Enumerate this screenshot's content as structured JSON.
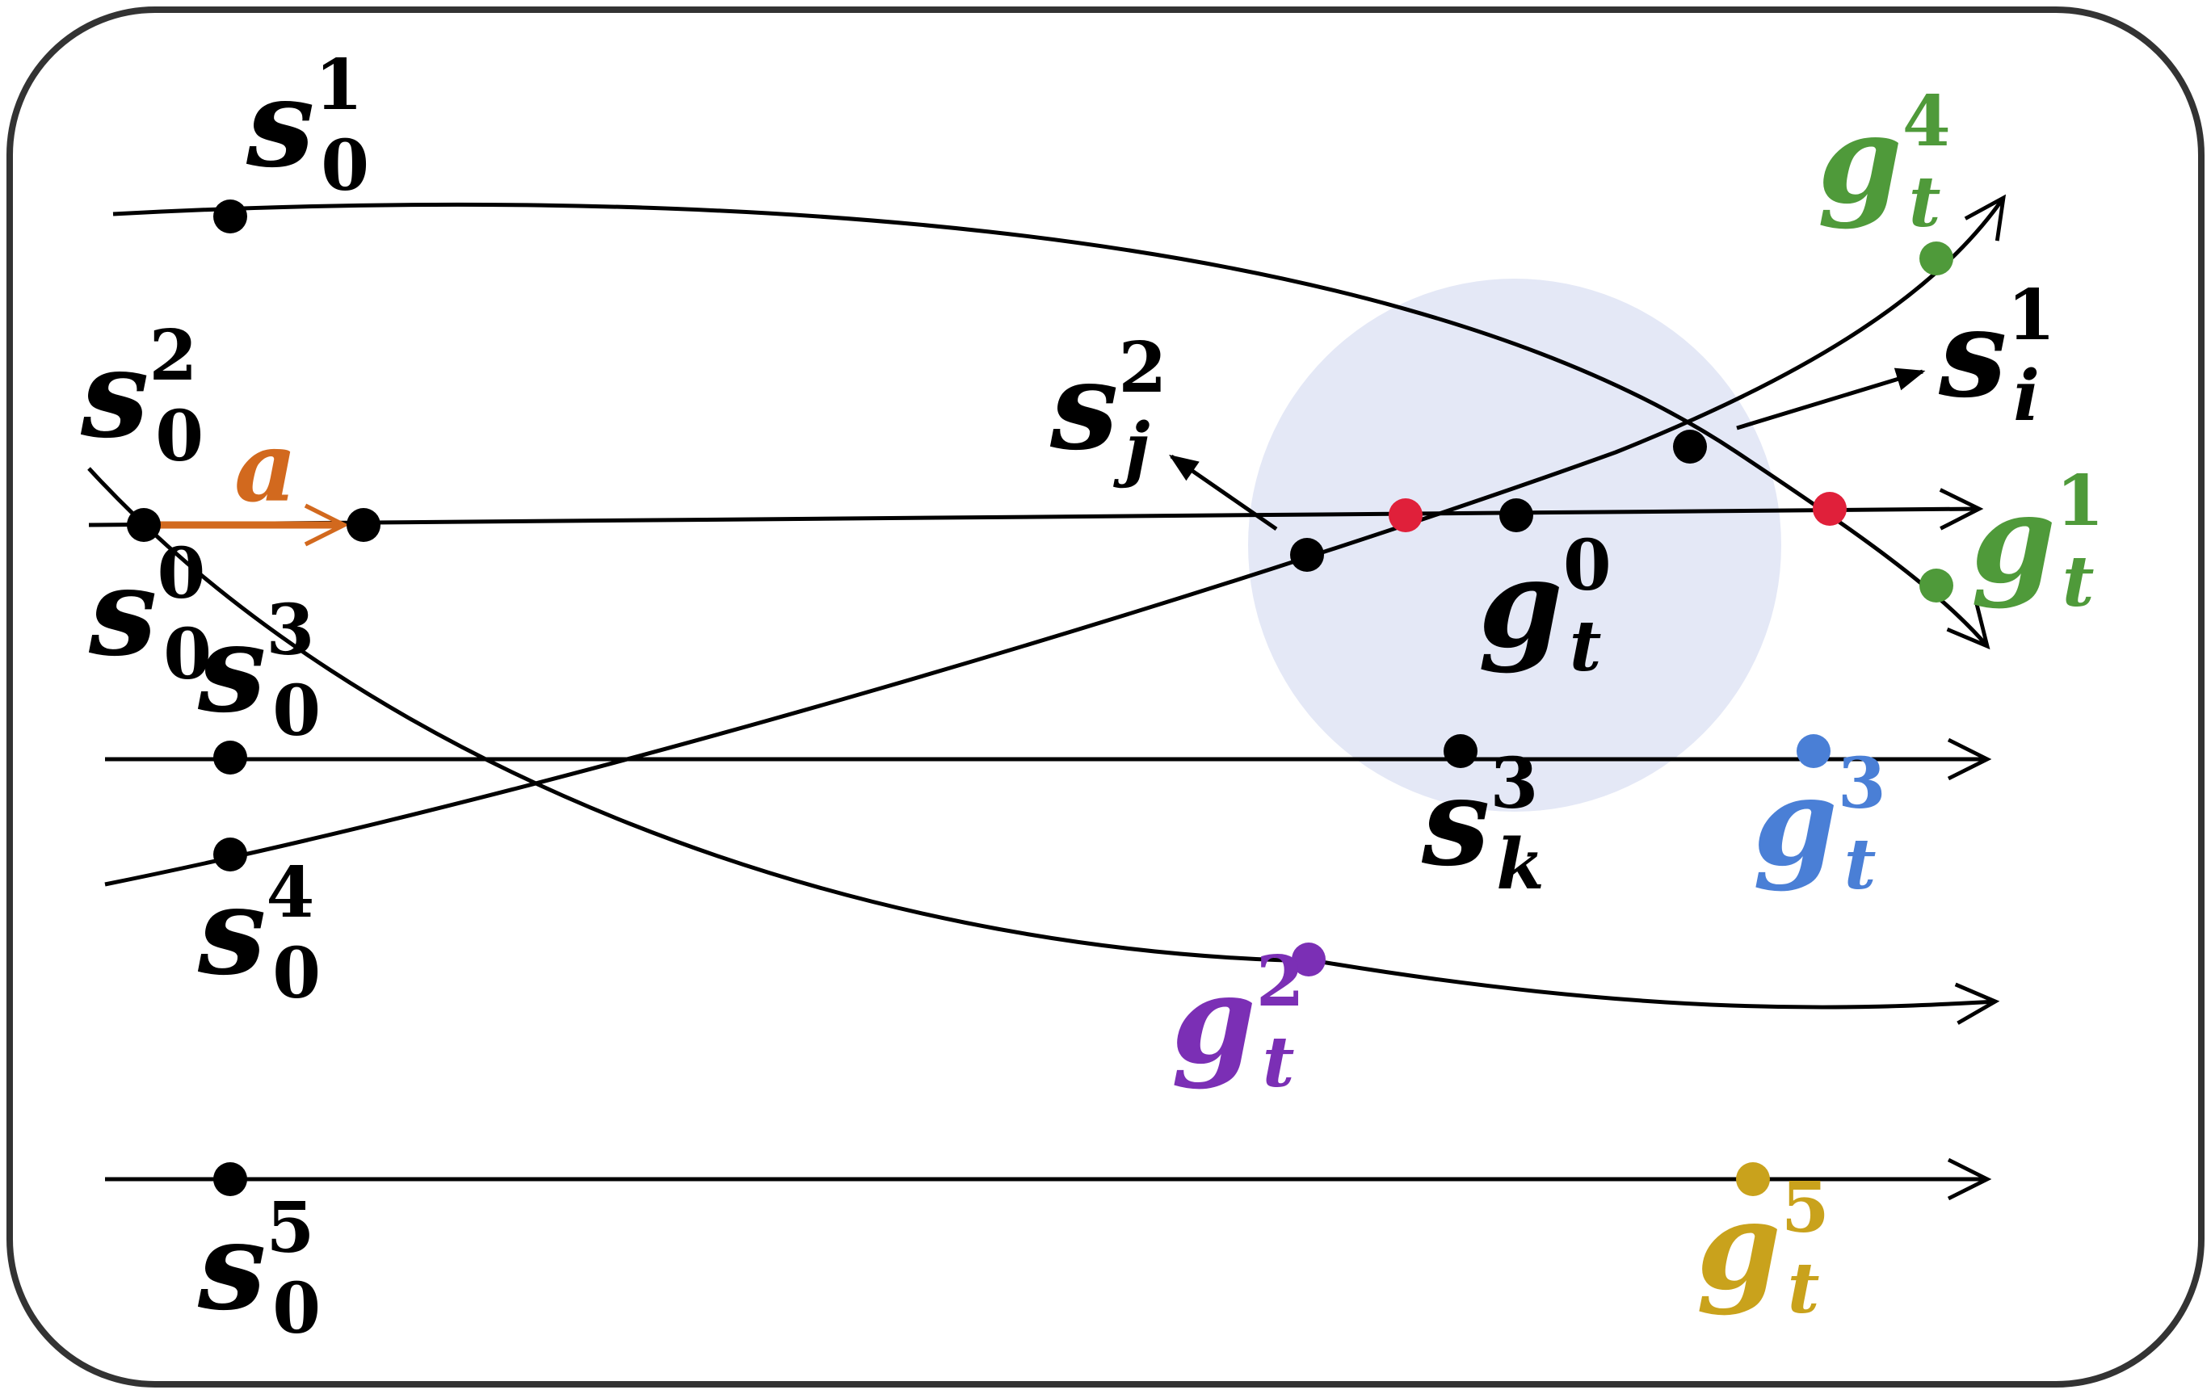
{
  "colors": {
    "frame": "#333333",
    "line": "#000000",
    "state": "#000000",
    "intersection": "#e0203a",
    "neighborhood": "#e4e8f6",
    "action": "#d2691e",
    "goal1": "#4f9a3a",
    "goal2": "#7b2fb5",
    "goal3": "#4a7fd6",
    "goal4": "#4f9a3a",
    "goal5": "#c9a21c"
  },
  "labels": {
    "s01": {
      "base": "s",
      "sup": "1",
      "sub": "0"
    },
    "s02": {
      "base": "s",
      "sup": "2",
      "sub": "0"
    },
    "s00": {
      "base": "s",
      "sup": "0",
      "sub": "0"
    },
    "s03": {
      "base": "s",
      "sup": "3",
      "sub": "0"
    },
    "s04": {
      "base": "s",
      "sup": "4",
      "sub": "0"
    },
    "s05": {
      "base": "s",
      "sup": "5",
      "sub": "0"
    },
    "sj2": {
      "base": "s",
      "sup": "2",
      "sub": "j"
    },
    "si1": {
      "base": "s",
      "sup": "1",
      "sub": "i"
    },
    "sk3": {
      "base": "s",
      "sup": "3",
      "sub": "k"
    },
    "gt0": {
      "base": "g",
      "sup": "0",
      "sub": "t"
    },
    "gt1": {
      "base": "g",
      "sup": "1",
      "sub": "t"
    },
    "gt2": {
      "base": "g",
      "sup": "2",
      "sub": "t"
    },
    "gt3": {
      "base": "g",
      "sup": "3",
      "sub": "t"
    },
    "gt4": {
      "base": "g",
      "sup": "4",
      "sub": "t"
    },
    "gt5": {
      "base": "g",
      "sup": "5",
      "sub": "t"
    },
    "action": "a"
  }
}
